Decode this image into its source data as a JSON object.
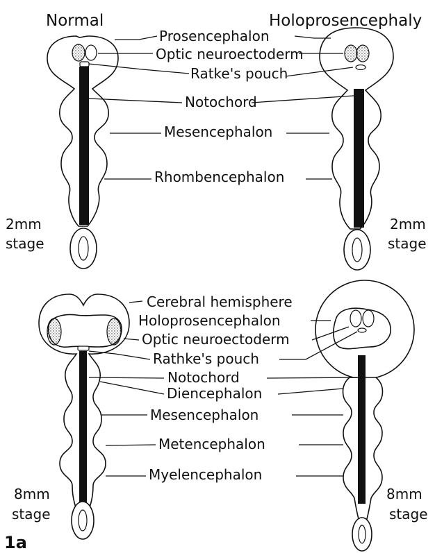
{
  "headings": {
    "left": "Normal",
    "right": "Holoprosencephaly"
  },
  "top_labels": {
    "prosencephalon": "Prosencephalon",
    "optic": "Optic neuroectoderm",
    "ratke": "Ratke's pouch",
    "notochord": "Notochord",
    "mesencephalon": "Mesencephalon",
    "rhombencephalon": "Rhombencephalon"
  },
  "bottom_labels": {
    "cerebral": "Cerebral hemisphere",
    "holopros": "Holoprosencephalon",
    "optic": "Optic neuroectoderm",
    "rathke": "Rathke's pouch",
    "notochord": "Notochord",
    "diencephalon": "Diencephalon",
    "mesencephalon": "Mesencephalon",
    "metencephalon": "Metencephalon",
    "myelencephalon": "Myelencephalon"
  },
  "stages": {
    "top_mm": "2mm",
    "top_word": "stage",
    "bottom_mm": "8mm",
    "bottom_word": "stage"
  },
  "figure_id": "1a"
}
